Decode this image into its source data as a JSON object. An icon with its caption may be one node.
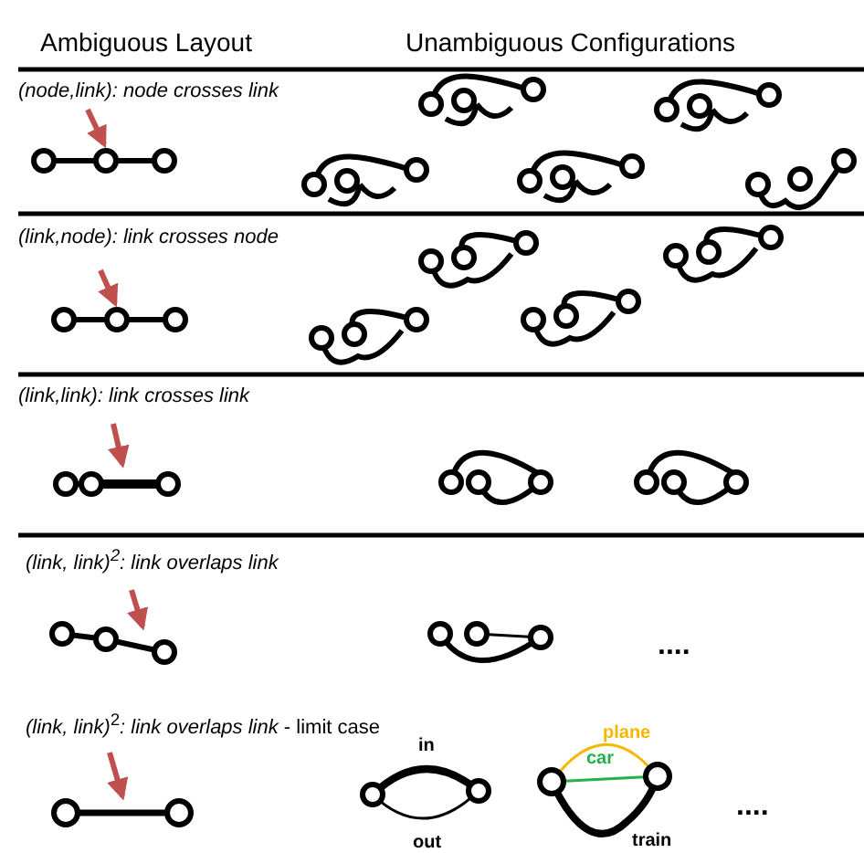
{
  "diagram": {
    "labels": [
      "Ambiguous Layout",
      "Unambiguous Configurations",
      "(node,link): node crosses link",
      "(link,node): link crosses node",
      "(link,link): link crosses link",
      "(link, link)$^{2}$: link overlaps link",
      "....",
      "*(link, link)*$^{2}$*: link overlaps link*  - limit case",
      "in",
      "plane",
      "car",
      "out",
      "train",
      "...."
    ]
  }
}
